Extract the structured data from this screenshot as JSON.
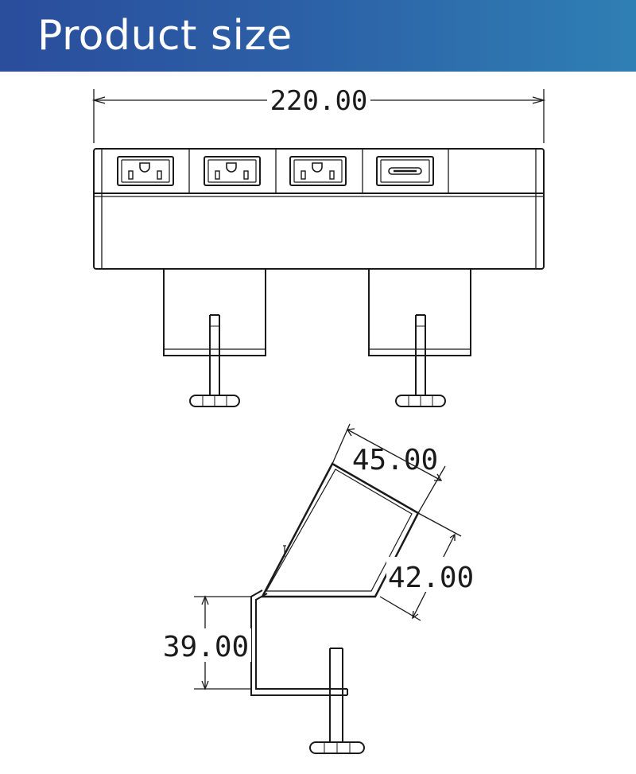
{
  "header": {
    "title": "Product size"
  },
  "dimensions": {
    "width": "220.00",
    "depth": "45.00",
    "face_height": "42.00",
    "clamp_height": "39.00"
  },
  "colors": {
    "banner_start": "#2a4d9c",
    "banner_end": "#2f7fb4",
    "line": "#1a1a1a"
  },
  "front_view": {
    "outlets": [
      {
        "icon": "us-outlet-icon"
      },
      {
        "icon": "us-outlet-icon"
      },
      {
        "icon": "us-outlet-icon"
      },
      {
        "icon": "usb-c-port-icon"
      }
    ]
  }
}
